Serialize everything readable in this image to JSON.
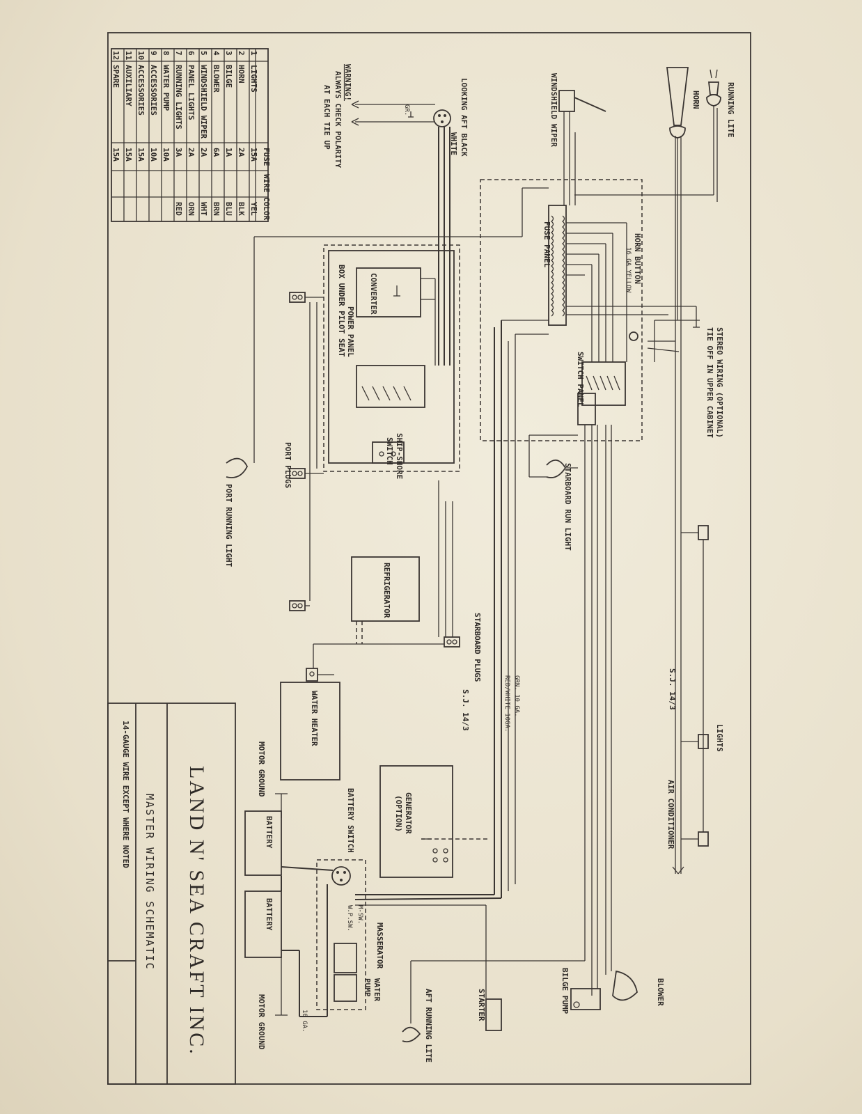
{
  "title": {
    "company": "LAND N' SEA CRAFT INC.",
    "subtitle": "MASTER WIRING SCHEMATIC",
    "note": "14-GAUGE WIRE EXCEPT WHERE NOTED"
  },
  "fuse_table": {
    "headers": [
      "",
      "",
      "FUSE",
      "WIRE COLOR"
    ],
    "rows": [
      {
        "no": "1",
        "name": "LIGHTS",
        "fuse": "15A",
        "color": "YEL"
      },
      {
        "no": "2",
        "name": "HORN",
        "fuse": "2A",
        "color": "BLK"
      },
      {
        "no": "3",
        "name": "BILGE",
        "fuse": "1A",
        "color": "BLU"
      },
      {
        "no": "4",
        "name": "BLOWER",
        "fuse": "6A",
        "color": "BRN"
      },
      {
        "no": "5",
        "name": "WINDSHIELD WIPER",
        "fuse": "2A",
        "color": "WHT"
      },
      {
        "no": "6",
        "name": "PANEL LIGHTS",
        "fuse": "2A",
        "color": "ORN"
      },
      {
        "no": "7",
        "name": "RUNNING LIGHTS",
        "fuse": "3A",
        "color": "RED"
      },
      {
        "no": "8",
        "name": "WATER PUMP",
        "fuse": "10A",
        "color": ""
      },
      {
        "no": "9",
        "name": "ACCESSORIES",
        "fuse": "10A",
        "color": ""
      },
      {
        "no": "10",
        "name": "ACCESSORIES",
        "fuse": "15A",
        "color": ""
      },
      {
        "no": "11",
        "name": "AUXILIARY",
        "fuse": "15A",
        "color": ""
      },
      {
        "no": "12",
        "name": "SPARE",
        "fuse": "15A",
        "color": ""
      }
    ]
  },
  "labels": {
    "warning_title": "WARNING!",
    "warning_text_1": "ALWAYS CHECK POLARITY",
    "warning_text_2": "AT EACH TIE UP",
    "looking_aft": "LOOKING AFT BLACK",
    "white": "WHITE",
    "gr": "GR.",
    "windshield_wiper": "WINDSHIELD WIPER",
    "horn": "HORN",
    "running_lite": "RUNNING LITE",
    "horn_button": "HORN BUTTON",
    "horn_button_wire": "16 GA YELLOW",
    "fuse_panel": "FUSE PANEL",
    "stereo_1": "STEREO WIRING (OPTIONAL)",
    "stereo_2": "TIE OFF IN UPPER CABINET",
    "switch_panel": "SWITCH PANEL",
    "converter": "CONVERTER",
    "power_panel": "POWER PANEL",
    "box_under_seat": "BOX UNDER PILOT SEAT",
    "ship_shore_1": "SHIP-SHORE",
    "ship_shore_2": "SWITCH",
    "port_plugs": "PORT PLUGS",
    "port_running_light": "PORT RUNNING LIGHT",
    "starboard_run_light": "STARBOARD RUN LIGHT",
    "refrigerator": "REFRIGERATOR",
    "starboard_plugs": "STARBOARD PLUGS",
    "sj_1": "S.J. 14/3",
    "grn": "GRN. 10 GA.",
    "red_white": "RED/WHITE 10GA.",
    "sj_2": "S.J. 14/3",
    "water_heater": "WATER HEATER",
    "generator_1": "GENERATOR",
    "generator_2": "(OPTION)",
    "lights": "LIGHTS",
    "air_conditioner": "AIR CONDITIONER",
    "battery_switch": "BATTERY SWITCH",
    "battery_a": "BATTERY",
    "battery_b": "BATTERY",
    "motor_ground_a": "MOTOR GROUND",
    "motor_ground_b": "MOTOR GROUND",
    "masserator": "MASSERATOR",
    "m_sw": "M-SW.",
    "w_p_sw": "W.P.SW.",
    "water_pump_1": "WATER",
    "water_pump_2": "PUMP",
    "ten_ga": "10 GA.",
    "aft_running_lite": "AFT RUNNING LITE",
    "starter": "STARTER",
    "bilge_pump": "BILGE PUMP",
    "blower": "BLOWER"
  }
}
